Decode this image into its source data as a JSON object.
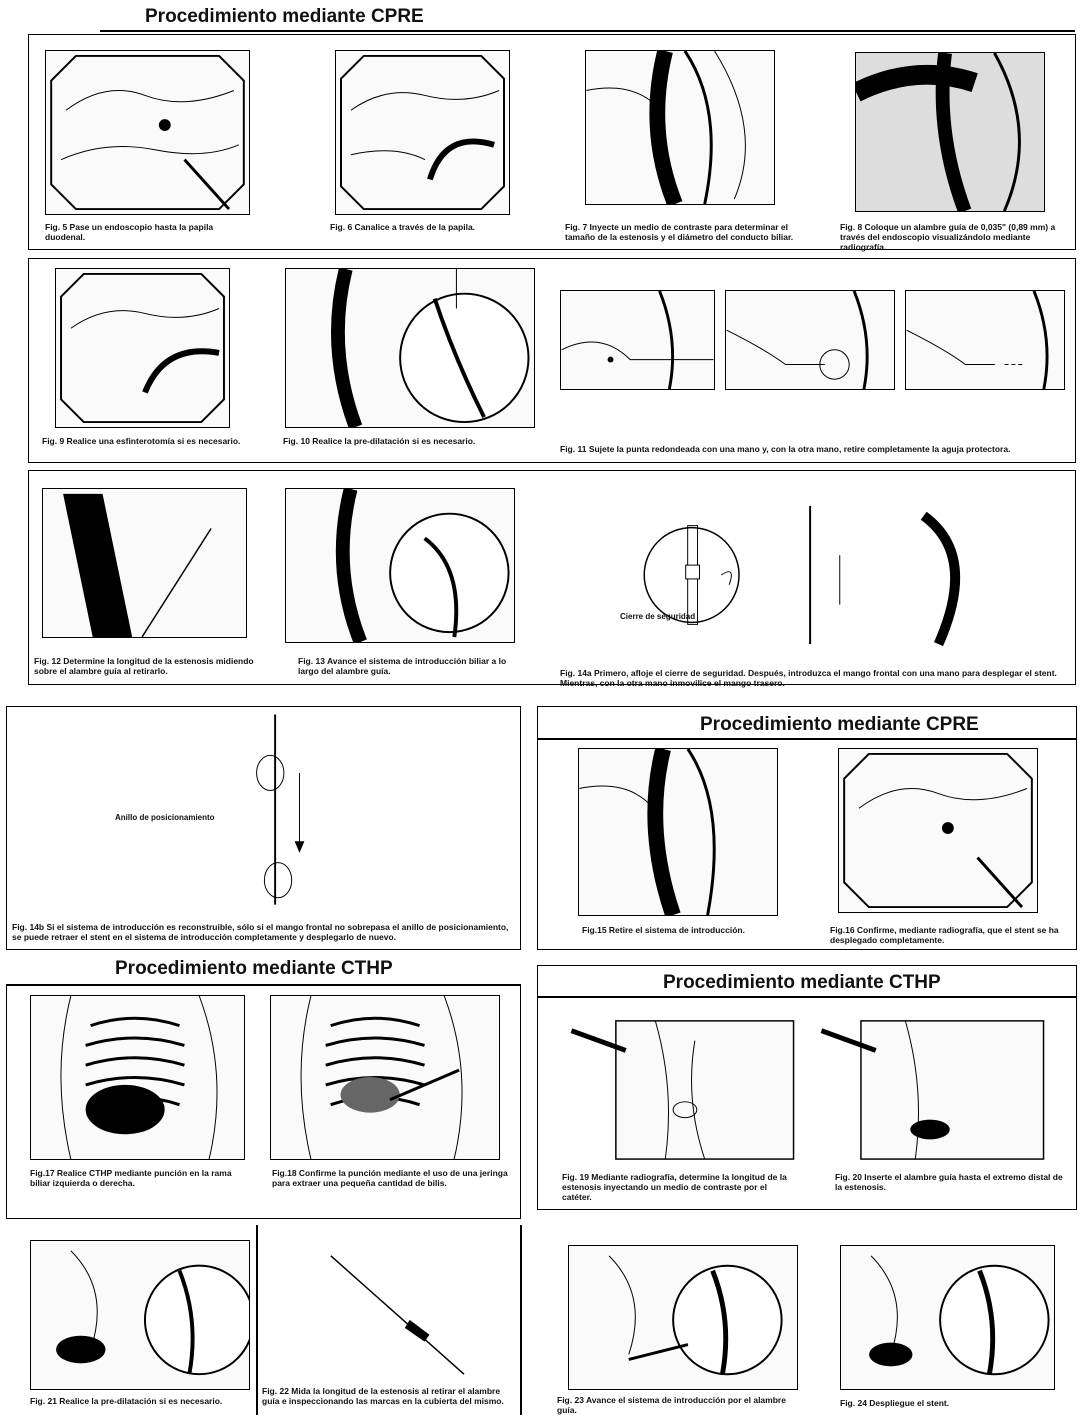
{
  "sections": {
    "cpre_1": "Procedimiento mediante CPRE",
    "cpre_2": "Procedimiento mediante CPRE",
    "cthp_1": "Procedimiento mediante CTHP",
    "cthp_2": "Procedimiento mediante CTHP"
  },
  "captions": {
    "fig5": "Fig. 5  Pase un endoscopio hasta la papila duodenal.",
    "fig6": "Fig. 6  Canalice a través de la papila.",
    "fig7": "Fig. 7 Inyecte un medio de contraste para determinar el tamaño de la estenosis y el diámetro del conducto biliar.",
    "fig8": "Fig. 8  Coloque un alambre guía de 0,035\" (0,89 mm) a través del endoscopio visualizándolo mediante radiografía.",
    "fig9": "Fig. 9  Realice una esfinterotomía si es necesario.",
    "fig10": "Fig. 10  Realice la pre-dilatación si es necesario.",
    "fig11": "Fig. 11 Sujete la punta redondeada con una mano y, con la otra mano, retire completamente la aguja protectora.",
    "fig12": "Fig. 12 Determine la longitud de la estenosis midiendo sobre el alambre guía al retirarlo.",
    "fig13": "Fig. 13  Avance el sistema de introducción biliar a lo largo del alambre guía.",
    "fig14a": "Fig. 14a  Primero, afloje el cierre de seguridad. Después, introduzca el mango frontal con una mano para desplegar el stent. Mientras, con la otra mano inmovilice el mango trasero.",
    "fig14b": "Fig. 14b Si el sistema de introducción es reconstruible, sólo si el mango frontal no sobrepasa el anillo de posicionamiento, se puede retraer el stent en el sistema de introducción completamente y desplegarlo de nuevo.",
    "fig15": "Fig.15 Retire el sistema de introducción.",
    "fig16": "Fig.16 Confirme, mediante radiografía, que el stent se ha desplegado completamente.",
    "fig17": "Fig.17 Realice CTHP mediante punción en la rama biliar izquierda o derecha.",
    "fig18": "Fig.18 Confirme la punción mediante el uso de una jeringa para extraer una pequeña cantidad de bilis.",
    "fig19": "Fig. 19 Mediante radiografía, determine la longitud de la estenosis inyectando un medio de contraste por el catéter.",
    "fig20": "Fig. 20  Inserte el alambre guía hasta el extremo distal de la estenosis.",
    "fig21": "Fig. 21  Realice la pre-dilatación si es necesario.",
    "fig22": "Fig. 22  Mida la longitud de la estenosis al retirar el alambre guía e inspeccionando las marcas en la cubierta del mismo.",
    "fig23": "Fig. 23  Avance el sistema de introducción por el alambre guía.",
    "fig24": "Fig. 24 Despliegue el stent."
  },
  "labels": {
    "safety_lock": "Cierre de seguridad",
    "positioning_ring": "Anillo de posicionamiento"
  }
}
